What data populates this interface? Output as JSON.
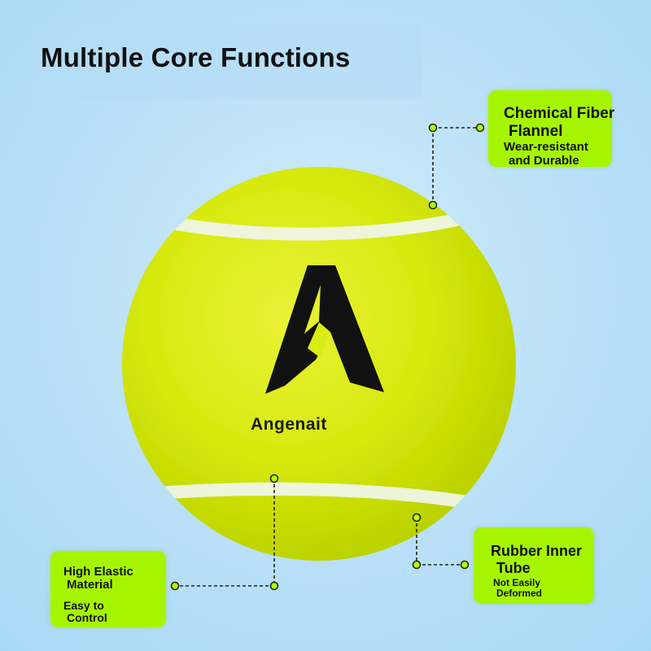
{
  "title": "Multiple Core Functions",
  "brand": {
    "name": "Angenait",
    "logo_letter": "A"
  },
  "callouts": {
    "fiber": {
      "title_line1": "Chemical Fiber",
      "title_line2": "Flannel",
      "sub_line1": "Wear-resistant",
      "sub_line2": "and Durable"
    },
    "elastic": {
      "title_line1": "High Elastic",
      "title_line2": "Material",
      "sub_line1": "Easy to",
      "sub_line2": "Control"
    },
    "rubber": {
      "title_line1": "Rubber Inner",
      "title_line2": "Tube",
      "sub_line1": "Not Easily",
      "sub_line2": "Deformed"
    }
  },
  "colors": {
    "ball": "#d8ee14",
    "seam": "#eef6e6",
    "callout": "#a6f500",
    "leader_dot": "#b6ff00",
    "background": "#bde2f8"
  }
}
